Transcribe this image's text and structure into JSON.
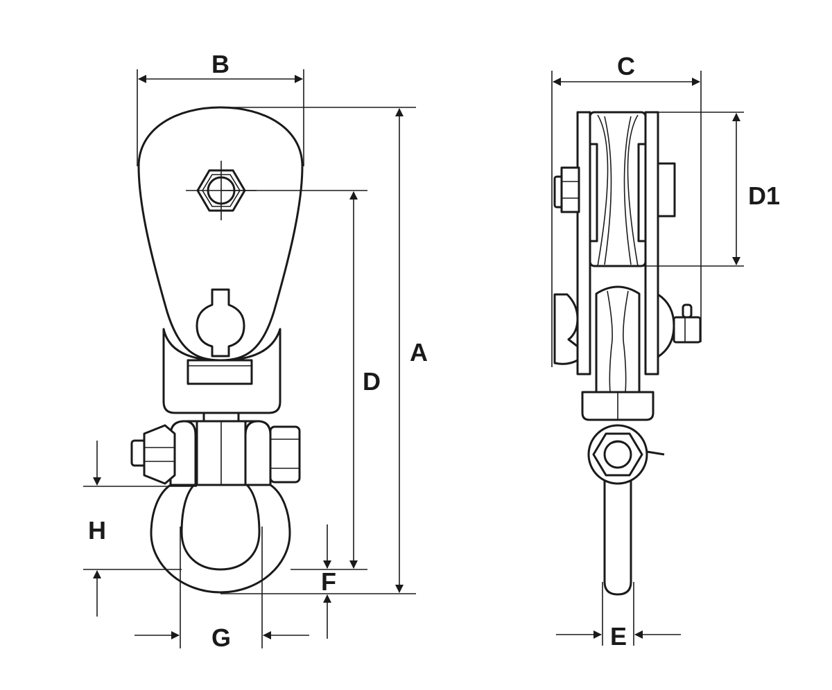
{
  "dimension_labels": {
    "A": "A",
    "B": "B",
    "C": "C",
    "D": "D",
    "D1": "D1",
    "E": "E",
    "F": "F",
    "G": "G",
    "H": "H"
  },
  "colors": {
    "line": "#1a1a1a",
    "background": "#ffffff"
  }
}
